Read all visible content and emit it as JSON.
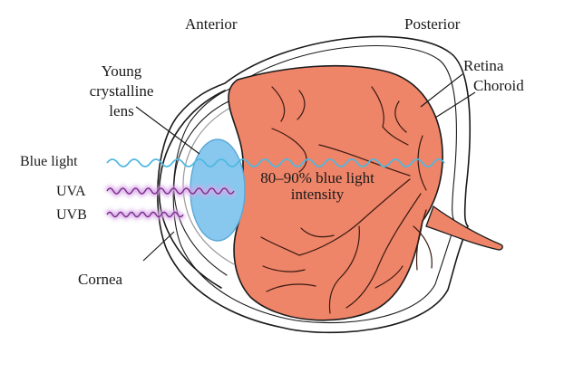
{
  "labels": {
    "anterior": "Anterior",
    "posterior": "Posterior",
    "lens_line1": "Young",
    "lens_line2": "crystalline",
    "lens_line3": "lens",
    "retina": "Retina",
    "choroid": "Choroid",
    "blue_light": "Blue light",
    "uva": "UVA",
    "uvb": "UVB",
    "cornea": "Cornea",
    "intensity_line1": "80–90% blue light",
    "intensity_line2": "intensity"
  },
  "colors": {
    "retina_fill": "#ee8468",
    "lens_fill": "#88c8ee",
    "lens_stroke": "#5aa8d8",
    "blue_wave": "#4fb8e0",
    "uv_wave": "#7a2d8a",
    "uv_glow": "#e8c8f0"
  }
}
